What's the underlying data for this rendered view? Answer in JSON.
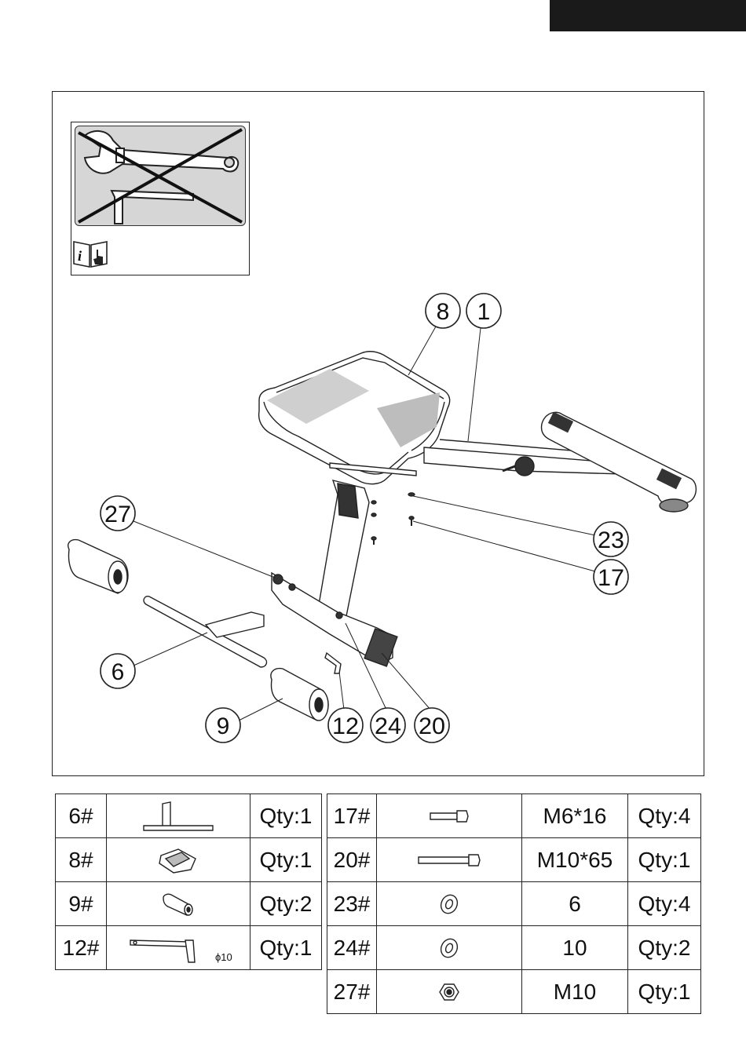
{
  "callouts": {
    "c8": "8",
    "c1": "1",
    "c27": "27",
    "c23": "23",
    "c17": "17",
    "c6": "6",
    "c9": "9",
    "c12": "12",
    "c24": "24",
    "c20": "20"
  },
  "parts_left": [
    {
      "id": "6#",
      "qty": "Qty:1",
      "icon": "leg-tube-icon"
    },
    {
      "id": "8#",
      "qty": "Qty:1",
      "icon": "seat-pad-icon"
    },
    {
      "id": "9#",
      "qty": "Qty:2",
      "icon": "foam-roller-icon"
    },
    {
      "id": "12#",
      "qty": "Qty:1",
      "icon": "l-pin-icon",
      "note": "ϕ10"
    }
  ],
  "parts_right": [
    {
      "id": "17#",
      "spec": "M6*16",
      "qty": "Qty:4",
      "icon": "short-bolt-icon"
    },
    {
      "id": "20#",
      "spec": "M10*65",
      "qty": "Qty:1",
      "icon": "long-bolt-icon"
    },
    {
      "id": "23#",
      "spec": "6",
      "qty": "Qty:4",
      "icon": "washer-icon"
    },
    {
      "id": "24#",
      "spec": "10",
      "qty": "Qty:2",
      "icon": "washer-icon"
    },
    {
      "id": "27#",
      "spec": "M10",
      "qty": "Qty:1",
      "icon": "nut-icon"
    }
  ],
  "icons": {
    "no_tools": "no-tools-icon",
    "manual": "read-manual-icon"
  }
}
